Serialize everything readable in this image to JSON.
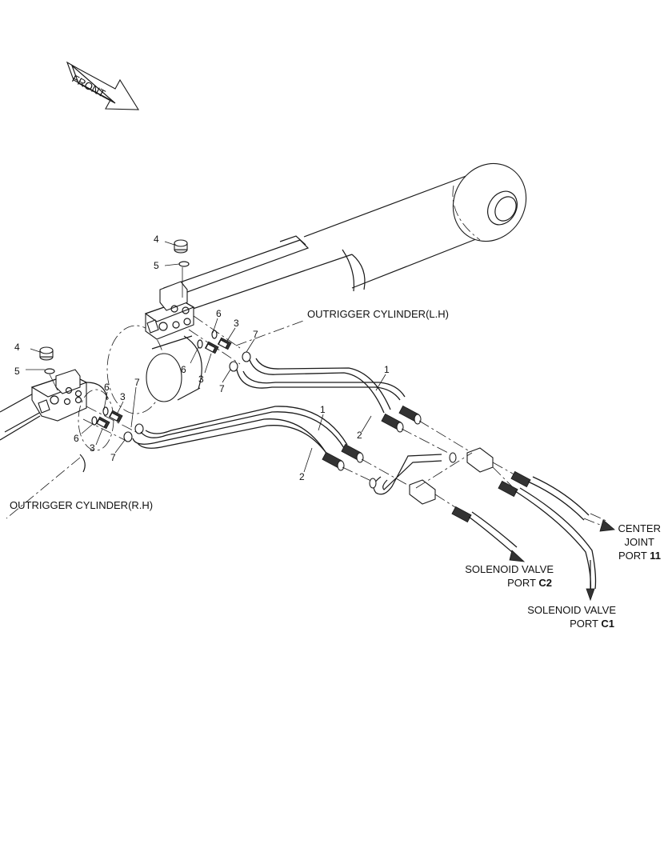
{
  "front_arrow": {
    "label": "FRONT"
  },
  "cylinders": {
    "left": "OUTRIGGER CYLINDER(L.H)",
    "right": "OUTRIGGER CYLINDER(R.H)"
  },
  "destinations": {
    "center_joint": {
      "line1": "CENTER",
      "line2": "JOINT",
      "line3_prefix": "PORT ",
      "line3_port": "11"
    },
    "solenoid_c2": {
      "line1": "SOLENOID VALVE",
      "line2_prefix": "PORT ",
      "line2_port": "C2"
    },
    "solenoid_c1": {
      "line1": "SOLENOID VALVE",
      "line2_prefix": "PORT ",
      "line2_port": "C1"
    }
  },
  "callouts": {
    "n1": "1",
    "n2": "2",
    "n3": "3",
    "n4": "4",
    "n5": "5",
    "n6": "6",
    "n7": "7"
  },
  "colors": {
    "line": "#1a1a1a",
    "background": "#ffffff",
    "part_shade": "#d9d9d9"
  }
}
